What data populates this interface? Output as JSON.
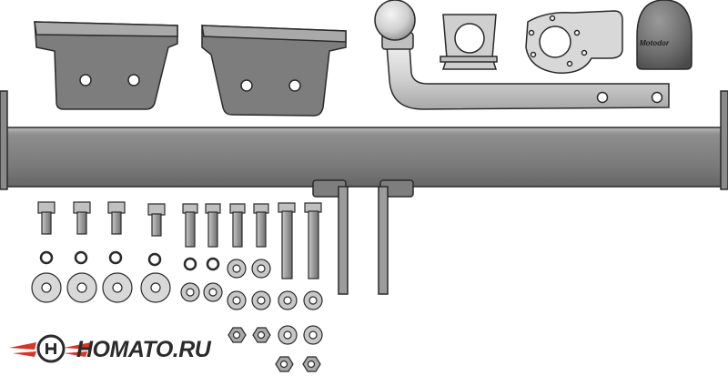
{
  "brand": {
    "name": "Homato.ru",
    "logo_text": "HOMATO.RU",
    "colors": {
      "red": "#d8342a",
      "dark": "#2b2b2b"
    }
  },
  "product": {
    "cap_label": "Motodor",
    "parts": [
      "bracket-left",
      "bracket-right",
      "tow-ball-arm",
      "socket-bracket",
      "socket-plate",
      "ball-cap",
      "crossbar",
      "bolts",
      "washers",
      "nuts"
    ]
  },
  "colors": {
    "metal_dark": "#7a7a7a",
    "metal_mid": "#9a9a9a",
    "metal_light": "#cfcfcf",
    "outline": "#2a2a2a"
  }
}
